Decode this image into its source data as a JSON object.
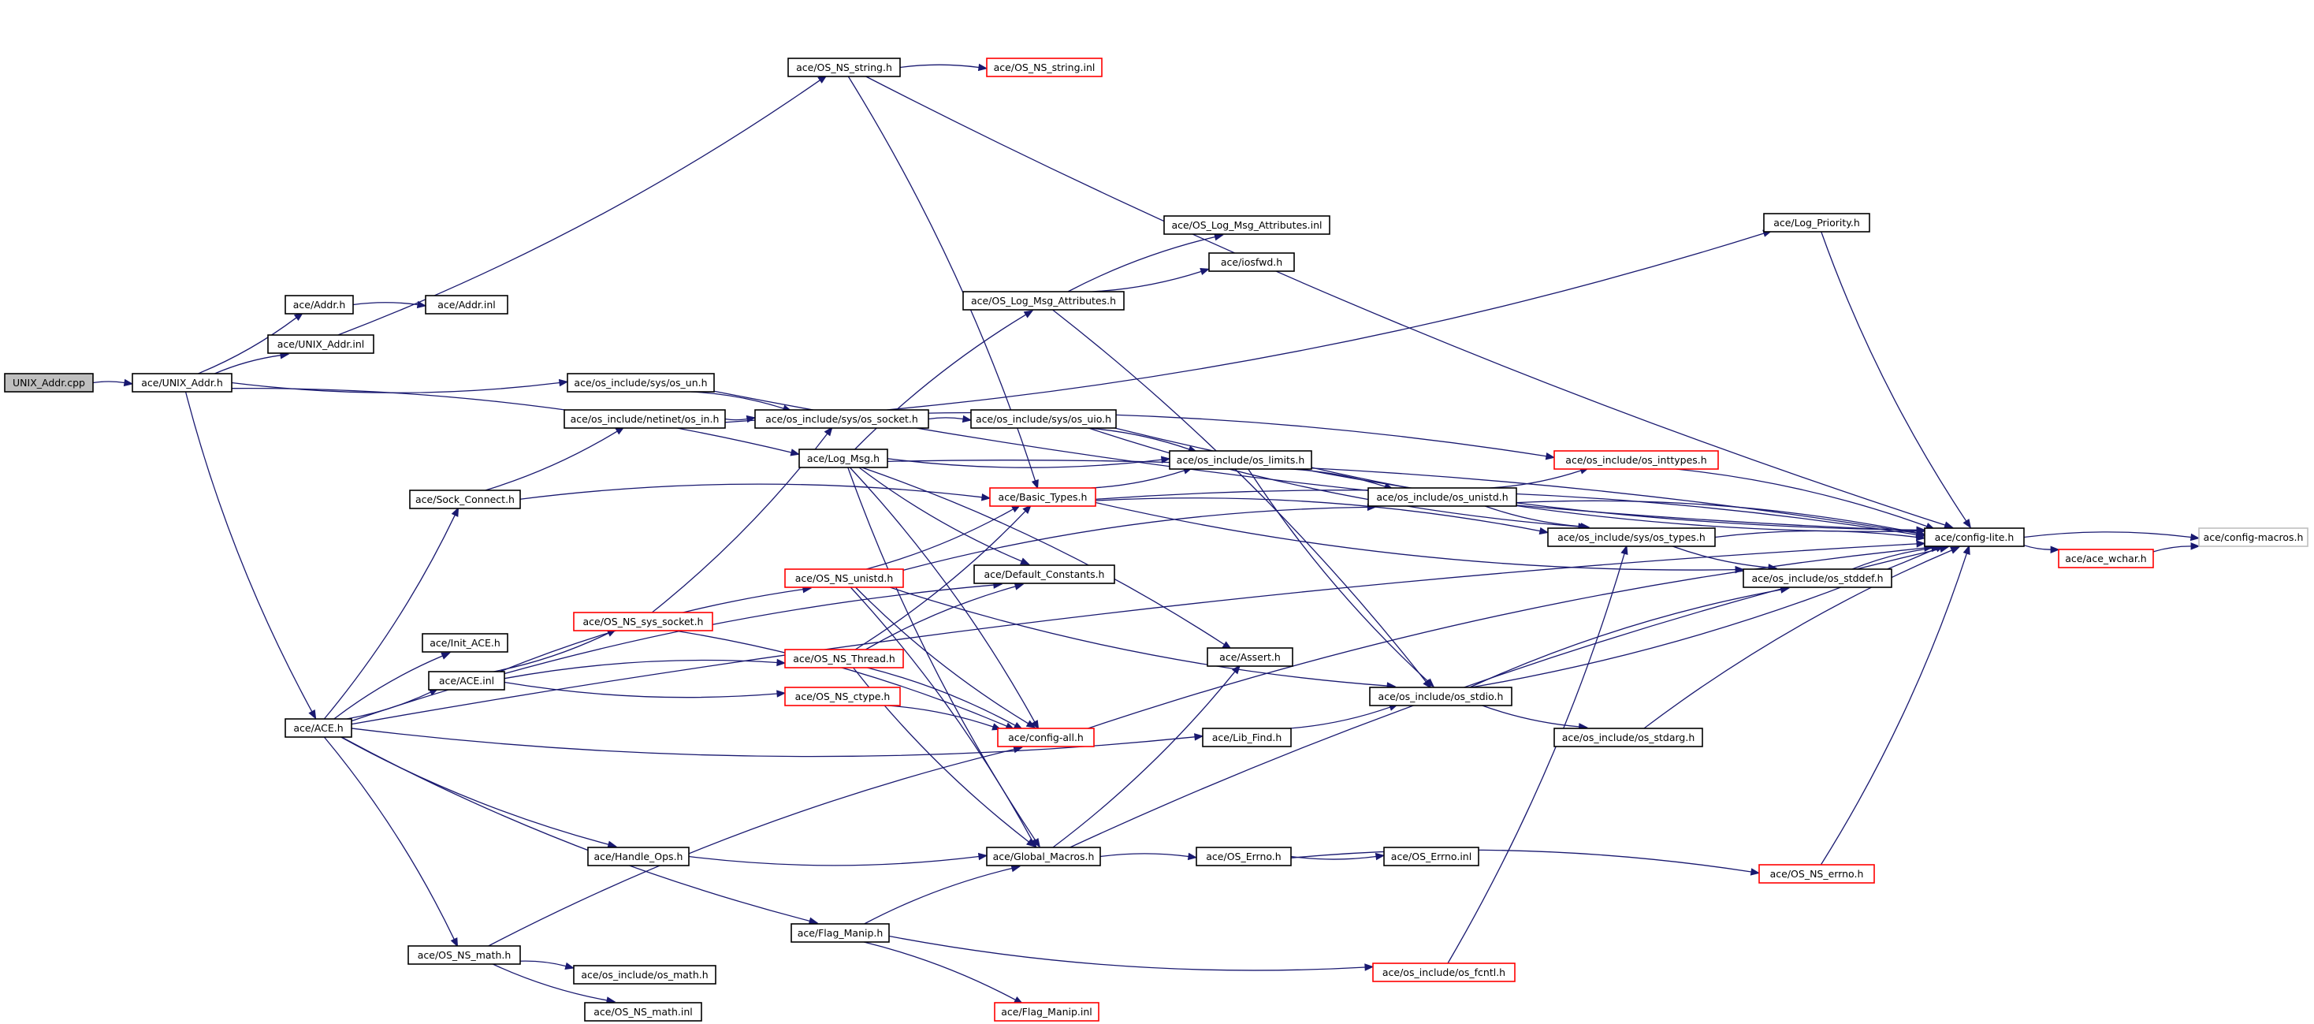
{
  "colors": {
    "edge": "#191970",
    "node_border": "#000000",
    "missing_border": "#ff0000",
    "external_border": "#bfbfbf",
    "root_fill": "#bfbfbf",
    "node_fill": "#ffffff"
  },
  "nodes": [
    {
      "id": "unix_addr_cpp",
      "label": "UNIX_Addr.cpp",
      "kind": "root"
    },
    {
      "id": "unix_addr_h",
      "label": "ace/UNIX_Addr.h",
      "kind": "normal"
    },
    {
      "id": "addr_h",
      "label": "ace/Addr.h",
      "kind": "normal"
    },
    {
      "id": "addr_inl",
      "label": "ace/Addr.inl",
      "kind": "normal"
    },
    {
      "id": "unix_addr_inl",
      "label": "ace/UNIX_Addr.inl",
      "kind": "normal"
    },
    {
      "id": "os_ns_string_h",
      "label": "ace/OS_NS_string.h",
      "kind": "normal"
    },
    {
      "id": "os_ns_string_inl",
      "label": "ace/OS_NS_string.inl",
      "kind": "missing"
    },
    {
      "id": "os_un_h",
      "label": "ace/os_include/sys/os_un.h",
      "kind": "normal"
    },
    {
      "id": "os_in_h",
      "label": "ace/os_include/netinet/os_in.h",
      "kind": "normal"
    },
    {
      "id": "os_socket_h",
      "label": "ace/os_include/sys/os_socket.h",
      "kind": "normal"
    },
    {
      "id": "os_uio_h",
      "label": "ace/os_include/sys/os_uio.h",
      "kind": "normal"
    },
    {
      "id": "log_msg_attr_inl",
      "label": "ace/OS_Log_Msg_Attributes.inl",
      "kind": "normal"
    },
    {
      "id": "iosfwd_h",
      "label": "ace/iosfwd.h",
      "kind": "normal"
    },
    {
      "id": "log_msg_attr_h",
      "label": "ace/OS_Log_Msg_Attributes.h",
      "kind": "normal"
    },
    {
      "id": "log_priority_h",
      "label": "ace/Log_Priority.h",
      "kind": "normal"
    },
    {
      "id": "log_msg_h",
      "label": "ace/Log_Msg.h",
      "kind": "normal"
    },
    {
      "id": "os_limits_h",
      "label": "ace/os_include/os_limits.h",
      "kind": "normal"
    },
    {
      "id": "os_inttypes_h",
      "label": "ace/os_include/os_inttypes.h",
      "kind": "missing"
    },
    {
      "id": "sock_connect_h",
      "label": "ace/Sock_Connect.h",
      "kind": "normal"
    },
    {
      "id": "basic_types_h",
      "label": "ace/Basic_Types.h",
      "kind": "missing"
    },
    {
      "id": "os_unistd_h",
      "label": "ace/os_include/os_unistd.h",
      "kind": "normal"
    },
    {
      "id": "os_types_h",
      "label": "ace/os_include/sys/os_types.h",
      "kind": "normal"
    },
    {
      "id": "config_lite_h",
      "label": "ace/config-lite.h",
      "kind": "normal"
    },
    {
      "id": "config_macros_h",
      "label": "ace/config-macros.h",
      "kind": "external"
    },
    {
      "id": "ace_wchar_h",
      "label": "ace/ace_wchar.h",
      "kind": "missing"
    },
    {
      "id": "os_ns_unistd_h",
      "label": "ace/OS_NS_unistd.h",
      "kind": "missing"
    },
    {
      "id": "default_constants_h",
      "label": "ace/Default_Constants.h",
      "kind": "normal"
    },
    {
      "id": "os_stddef_h",
      "label": "ace/os_include/os_stddef.h",
      "kind": "normal"
    },
    {
      "id": "os_ns_sys_socket_h",
      "label": "ace/OS_NS_sys_socket.h",
      "kind": "missing"
    },
    {
      "id": "init_ace_h",
      "label": "ace/Init_ACE.h",
      "kind": "normal"
    },
    {
      "id": "os_ns_thread_h",
      "label": "ace/OS_NS_Thread.h",
      "kind": "missing"
    },
    {
      "id": "assert_h",
      "label": "ace/Assert.h",
      "kind": "normal"
    },
    {
      "id": "ace_inl",
      "label": "ace/ACE.inl",
      "kind": "normal"
    },
    {
      "id": "os_stdio_h",
      "label": "ace/os_include/os_stdio.h",
      "kind": "normal"
    },
    {
      "id": "os_ns_ctype_h",
      "label": "ace/OS_NS_ctype.h",
      "kind": "missing"
    },
    {
      "id": "ace_h",
      "label": "ace/ACE.h",
      "kind": "normal"
    },
    {
      "id": "config_all_h",
      "label": "ace/config-all.h",
      "kind": "missing"
    },
    {
      "id": "lib_find_h",
      "label": "ace/Lib_Find.h",
      "kind": "normal"
    },
    {
      "id": "os_stdarg_h",
      "label": "ace/os_include/os_stdarg.h",
      "kind": "normal"
    },
    {
      "id": "handle_ops_h",
      "label": "ace/Handle_Ops.h",
      "kind": "normal"
    },
    {
      "id": "global_macros_h",
      "label": "ace/Global_Macros.h",
      "kind": "normal"
    },
    {
      "id": "os_errno_h",
      "label": "ace/OS_Errno.h",
      "kind": "normal"
    },
    {
      "id": "os_errno_inl",
      "label": "ace/OS_Errno.inl",
      "kind": "normal"
    },
    {
      "id": "os_ns_errno_h",
      "label": "ace/OS_NS_errno.h",
      "kind": "missing"
    },
    {
      "id": "flag_manip_h",
      "label": "ace/Flag_Manip.h",
      "kind": "normal"
    },
    {
      "id": "os_fcntl_h",
      "label": "ace/os_include/os_fcntl.h",
      "kind": "missing"
    },
    {
      "id": "os_ns_math_h",
      "label": "ace/OS_NS_math.h",
      "kind": "normal"
    },
    {
      "id": "os_math_h",
      "label": "ace/os_include/os_math.h",
      "kind": "normal"
    },
    {
      "id": "os_ns_math_inl",
      "label": "ace/OS_NS_math.inl",
      "kind": "normal"
    },
    {
      "id": "flag_manip_inl",
      "label": "ace/Flag_Manip.inl",
      "kind": "missing"
    }
  ],
  "edges": [
    [
      "unix_addr_cpp",
      "unix_addr_h"
    ],
    [
      "unix_addr_h",
      "addr_h"
    ],
    [
      "unix_addr_h",
      "unix_addr_inl"
    ],
    [
      "unix_addr_h",
      "os_un_h"
    ],
    [
      "unix_addr_h",
      "log_msg_h"
    ],
    [
      "unix_addr_h",
      "ace_h"
    ],
    [
      "addr_h",
      "addr_inl"
    ],
    [
      "unix_addr_inl",
      "os_ns_string_h"
    ],
    [
      "os_ns_string_h",
      "os_ns_string_inl"
    ],
    [
      "os_ns_string_h",
      "config_lite_h"
    ],
    [
      "os_ns_string_h",
      "basic_types_h"
    ],
    [
      "os_un_h",
      "config_lite_h"
    ],
    [
      "os_un_h",
      "os_socket_h"
    ],
    [
      "os_in_h",
      "os_socket_h"
    ],
    [
      "os_in_h",
      "os_inttypes_h"
    ],
    [
      "os_socket_h",
      "log_priority_h"
    ],
    [
      "os_socket_h",
      "os_uio_h"
    ],
    [
      "os_uio_h",
      "config_lite_h"
    ],
    [
      "os_uio_h",
      "os_limits_h"
    ],
    [
      "os_uio_h",
      "os_types_h"
    ],
    [
      "log_msg_attr_h",
      "log_msg_attr_inl"
    ],
    [
      "log_msg_attr_h",
      "iosfwd_h"
    ],
    [
      "log_msg_attr_h",
      "os_stdio_h"
    ],
    [
      "log_priority_h",
      "config_lite_h"
    ],
    [
      "log_msg_h",
      "log_msg_attr_h"
    ],
    [
      "log_msg_h",
      "os_limits_h"
    ],
    [
      "log_msg_h",
      "config_lite_h"
    ],
    [
      "log_msg_h",
      "default_constants_h"
    ],
    [
      "log_msg_h",
      "assert_h"
    ],
    [
      "log_msg_h",
      "global_macros_h"
    ],
    [
      "log_msg_h",
      "config_all_h"
    ],
    [
      "os_limits_h",
      "config_lite_h"
    ],
    [
      "os_limits_h",
      "os_unistd_h"
    ],
    [
      "os_limits_h",
      "os_stdio_h"
    ],
    [
      "os_inttypes_h",
      "config_lite_h"
    ],
    [
      "sock_connect_h",
      "os_in_h"
    ],
    [
      "sock_connect_h",
      "basic_types_h"
    ],
    [
      "basic_types_h",
      "os_limits_h"
    ],
    [
      "basic_types_h",
      "os_types_h"
    ],
    [
      "basic_types_h",
      "os_stddef_h"
    ],
    [
      "basic_types_h",
      "config_lite_h"
    ],
    [
      "os_unistd_h",
      "os_inttypes_h"
    ],
    [
      "os_unistd_h",
      "config_lite_h"
    ],
    [
      "os_unistd_h",
      "os_types_h"
    ],
    [
      "os_types_h",
      "config_lite_h"
    ],
    [
      "os_types_h",
      "os_stddef_h"
    ],
    [
      "config_lite_h",
      "config_macros_h"
    ],
    [
      "config_lite_h",
      "ace_wchar_h"
    ],
    [
      "ace_wchar_h",
      "config_macros_h"
    ],
    [
      "os_ns_unistd_h",
      "basic_types_h"
    ],
    [
      "os_ns_unistd_h",
      "os_unistd_h"
    ],
    [
      "os_ns_unistd_h",
      "os_stdio_h"
    ],
    [
      "os_ns_unistd_h",
      "global_macros_h"
    ],
    [
      "os_ns_unistd_h",
      "config_all_h"
    ],
    [
      "os_stddef_h",
      "config_lite_h"
    ],
    [
      "os_ns_sys_socket_h",
      "os_socket_h"
    ],
    [
      "os_ns_sys_socket_h",
      "config_all_h"
    ],
    [
      "os_ns_thread_h",
      "basic_types_h"
    ],
    [
      "os_ns_thread_h",
      "default_constants_h"
    ],
    [
      "os_ns_thread_h",
      "global_macros_h"
    ],
    [
      "os_ns_thread_h",
      "config_all_h"
    ],
    [
      "ace_inl",
      "os_ns_sys_socket_h"
    ],
    [
      "ace_inl",
      "os_ns_thread_h"
    ],
    [
      "ace_inl",
      "os_ns_ctype_h"
    ],
    [
      "ace_inl",
      "os_ns_unistd_h"
    ],
    [
      "os_stdio_h",
      "config_lite_h"
    ],
    [
      "os_stdio_h",
      "os_stddef_h"
    ],
    [
      "os_stdio_h",
      "os_stdarg_h"
    ],
    [
      "os_ns_ctype_h",
      "config_all_h"
    ],
    [
      "ace_h",
      "sock_connect_h"
    ],
    [
      "ace_h",
      "init_ace_h"
    ],
    [
      "ace_h",
      "ace_inl"
    ],
    [
      "ace_h",
      "default_constants_h"
    ],
    [
      "ace_h",
      "lib_find_h"
    ],
    [
      "ace_h",
      "config_lite_h"
    ],
    [
      "ace_h",
      "handle_ops_h"
    ],
    [
      "ace_h",
      "os_ns_math_h"
    ],
    [
      "ace_h",
      "flag_manip_h"
    ],
    [
      "config_all_h",
      "config_lite_h"
    ],
    [
      "lib_find_h",
      "os_stdio_h"
    ],
    [
      "os_stdarg_h",
      "config_lite_h"
    ],
    [
      "handle_ops_h",
      "global_macros_h"
    ],
    [
      "global_macros_h",
      "os_errno_h"
    ],
    [
      "global_macros_h",
      "assert_h"
    ],
    [
      "global_macros_h",
      "config_lite_h"
    ],
    [
      "os_errno_h",
      "os_errno_inl"
    ],
    [
      "os_errno_h",
      "os_ns_errno_h"
    ],
    [
      "os_ns_errno_h",
      "config_lite_h"
    ],
    [
      "flag_manip_h",
      "global_macros_h"
    ],
    [
      "flag_manip_h",
      "os_fcntl_h"
    ],
    [
      "flag_manip_h",
      "flag_manip_inl"
    ],
    [
      "os_fcntl_h",
      "os_types_h"
    ],
    [
      "os_ns_math_h",
      "os_math_h"
    ],
    [
      "os_ns_math_h",
      "os_ns_math_inl"
    ],
    [
      "os_ns_math_h",
      "config_all_h"
    ]
  ]
}
